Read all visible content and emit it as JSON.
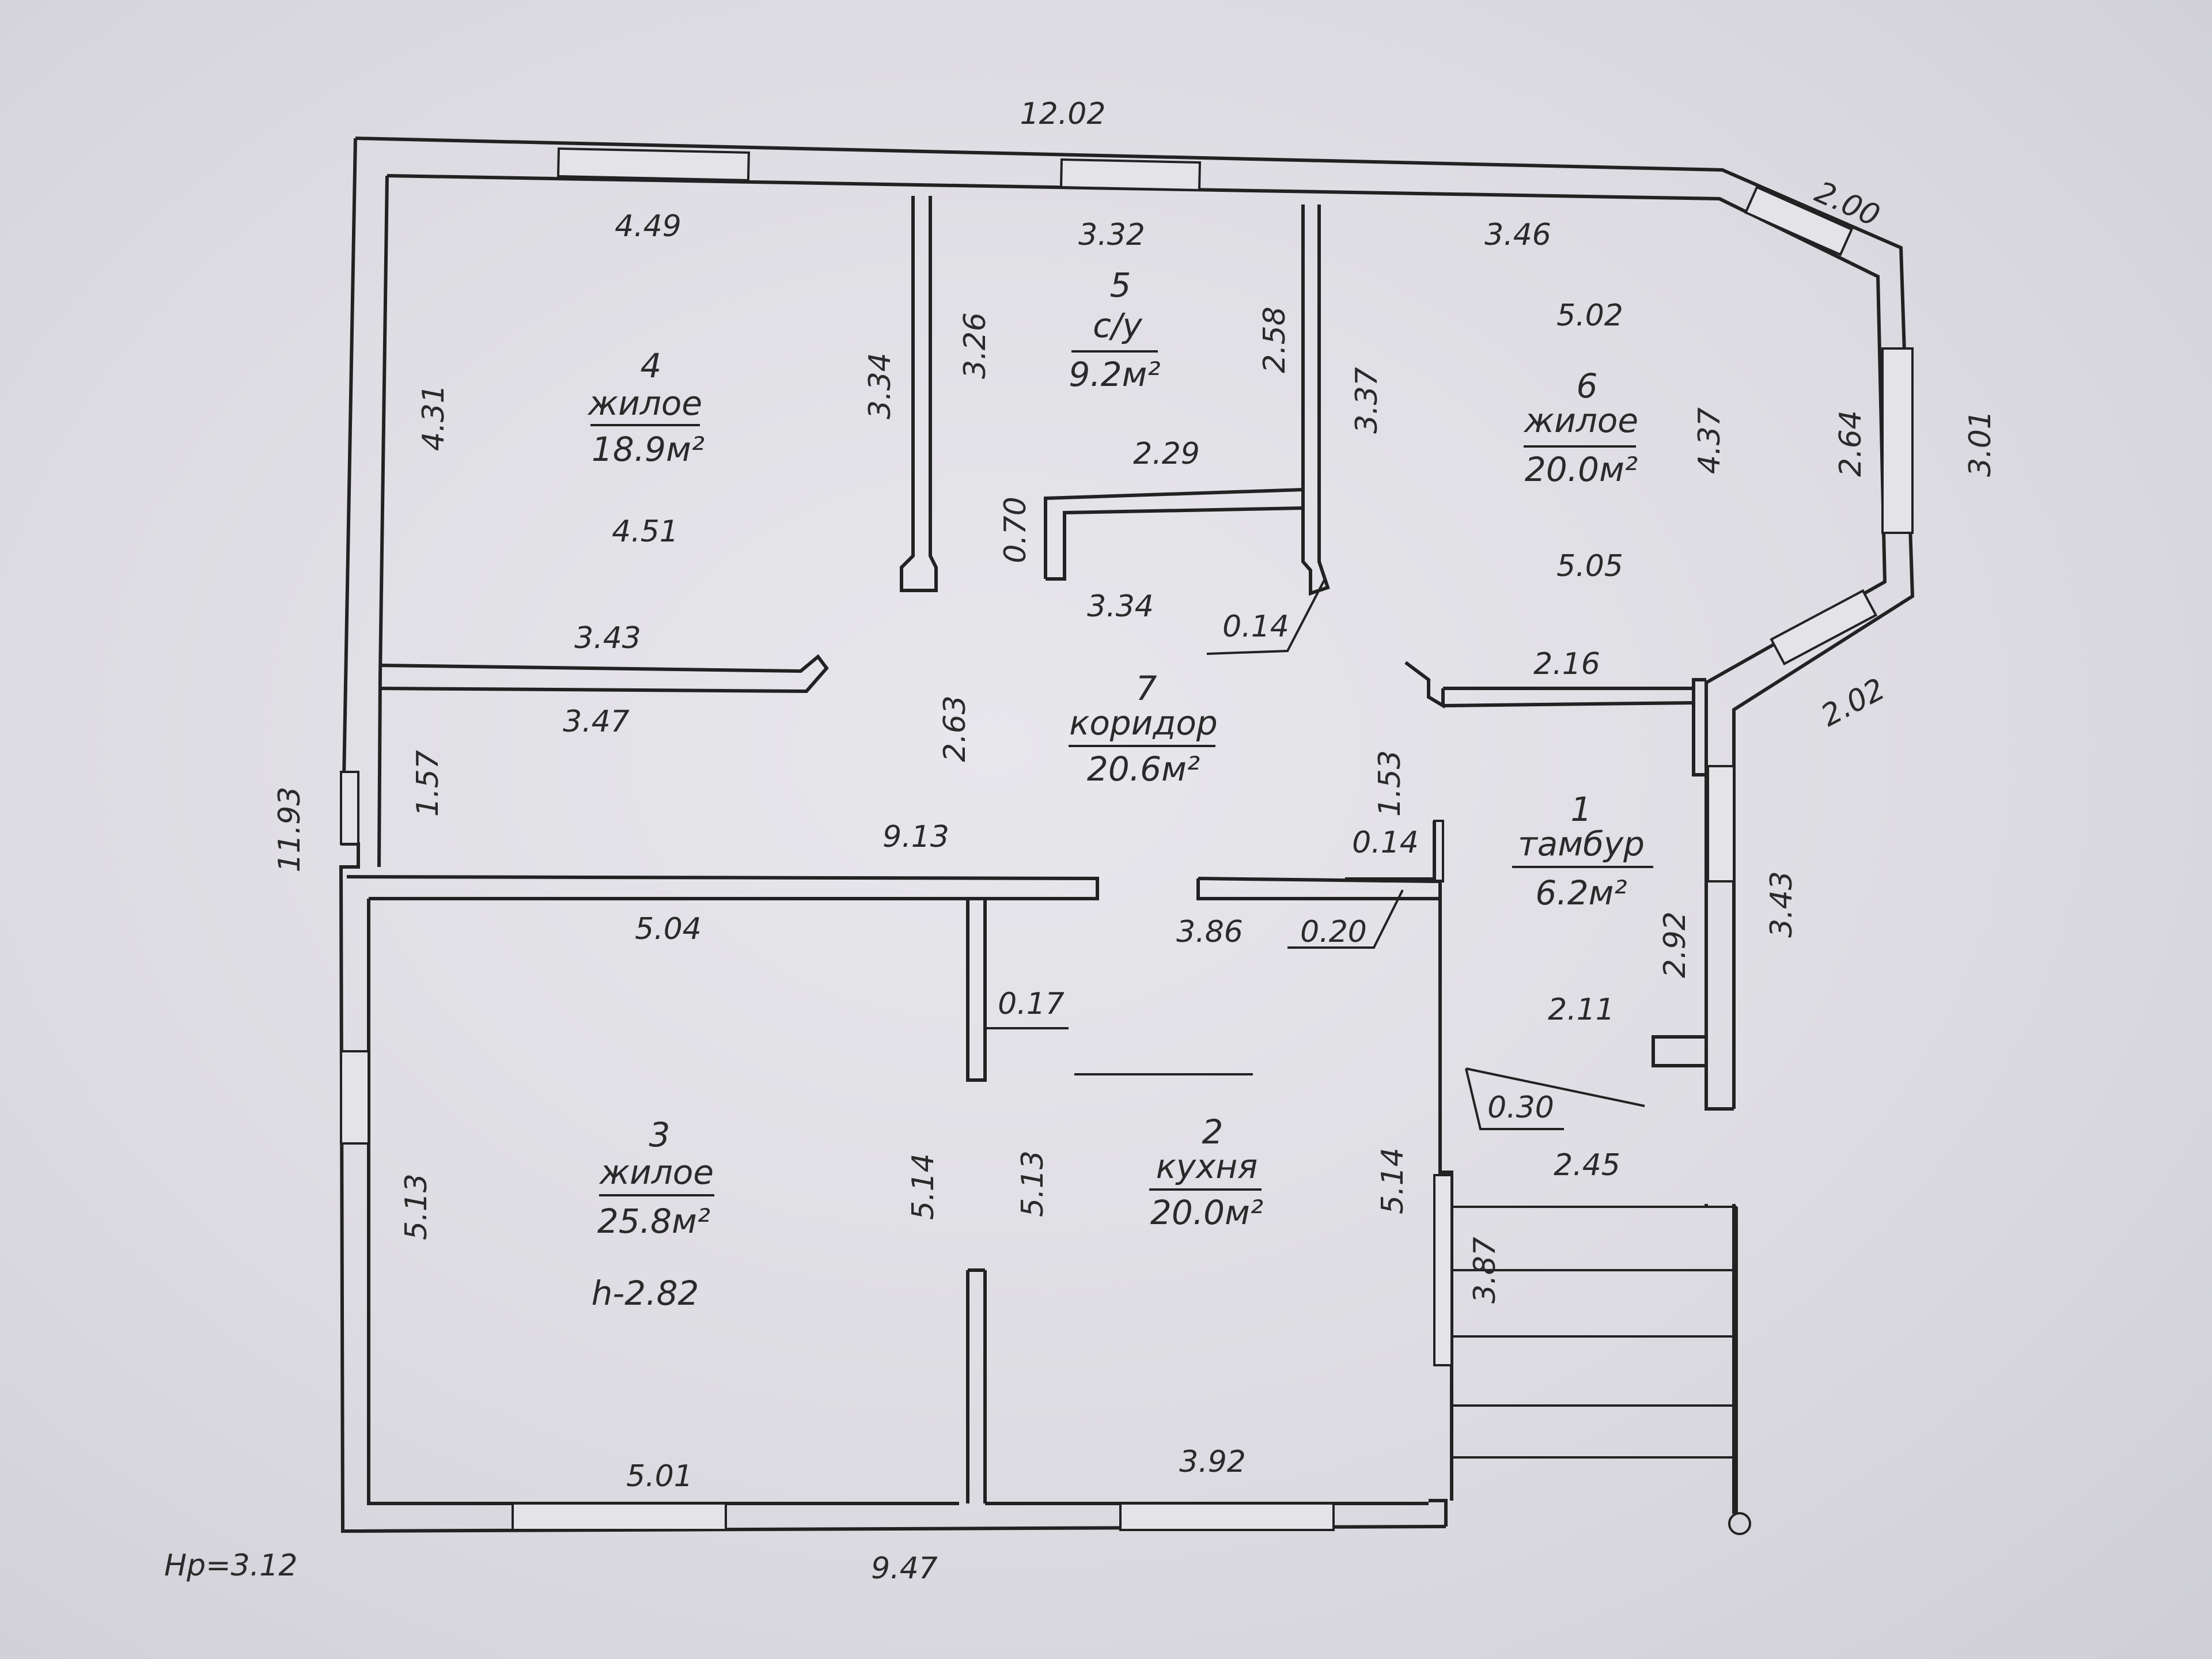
{
  "overall": {
    "top": "12.02",
    "left": "11.93",
    "bottom": "9.47",
    "height_note": "Hp=3.12"
  },
  "rooms": {
    "r1": {
      "num": "1",
      "name": "тамбур",
      "area": "6.2м²"
    },
    "r2": {
      "num": "2",
      "name": "кухня",
      "area": "20.0м²"
    },
    "r3": {
      "num": "3",
      "name": "жилое",
      "area": "25.8м²",
      "h": "h-2.82"
    },
    "r4": {
      "num": "4",
      "name": "жилое",
      "area": "18.9м²"
    },
    "r5": {
      "num": "5",
      "name": "с/у",
      "area": "9.2м²"
    },
    "r6": {
      "num": "6",
      "name": "жилое",
      "area": "20.0м²"
    },
    "r7": {
      "num": "7",
      "name": "коридор",
      "area": "20.6м²"
    }
  },
  "dims": {
    "d4_49": "4.49",
    "d3_32": "3.32",
    "d3_46": "3.46",
    "d2_00": "2.00",
    "d4_31": "4.31",
    "d3_34a": "3.34",
    "d3_26": "3.26",
    "d2_58": "2.58",
    "d3_37": "3.37",
    "d5_02": "5.02",
    "d4_37": "4.37",
    "d2_64": "2.64",
    "d3_01": "3.01",
    "d4_51": "4.51",
    "d2_29": "2.29",
    "d0_70": "0.70",
    "d5_05": "5.05",
    "d3_34b": "3.34",
    "d0_14a": "0.14",
    "d3_43a": "3.43",
    "d2_16": "2.16",
    "d2_02": "2.02",
    "d3_47": "3.47",
    "d2_63": "2.63",
    "d1_53": "1.53",
    "d1_57": "1.57",
    "d9_13": "9.13",
    "d0_14b": "0.14",
    "d5_04": "5.04",
    "d3_86": "3.86",
    "d0_20": "0.20",
    "d3_43b": "3.43",
    "d2_92": "2.92",
    "d0_17": "0.17",
    "d2_11": "2.11",
    "d0_30": "0.30",
    "d2_45": "2.45",
    "d5_13a": "5.13",
    "d5_14a": "5.14",
    "d5_13b": "5.13",
    "d5_14b": "5.14",
    "d3_87": "3.87",
    "d5_01": "5.01",
    "d3_92": "3.92"
  }
}
